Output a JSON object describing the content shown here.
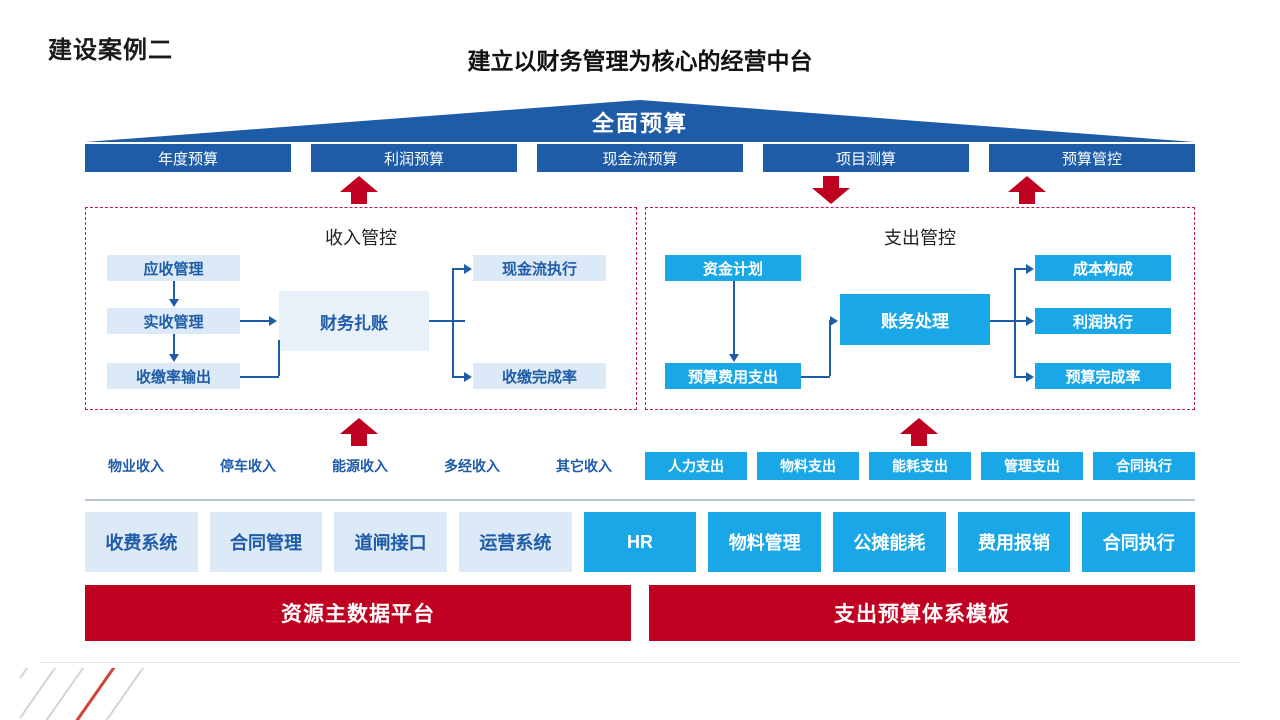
{
  "header": {
    "case_label": "建设案例二",
    "title": "建立以财务管理为核心的经营中台"
  },
  "banner": {
    "label": "全面预算"
  },
  "budget_boxes": [
    {
      "label": "年度预算"
    },
    {
      "label": "利润预算"
    },
    {
      "label": "现金流预算"
    },
    {
      "label": "项目测算"
    },
    {
      "label": "预算管控"
    }
  ],
  "income_panel": {
    "title": "收入管控",
    "nodes": {
      "receivable": "应收管理",
      "received": "实收管理",
      "collection_rate": "收缴率输出",
      "reconcile": "财务扎账",
      "cashflow_exec": "现金流执行",
      "collection_complete": "收缴完成率"
    }
  },
  "expense_panel": {
    "title": "支出管控",
    "nodes": {
      "fund_plan": "资金计划",
      "budget_expense": "预算费用支出",
      "accounting": "账务处理",
      "cost_structure": "成本构成",
      "profit_exec": "利润执行",
      "budget_complete": "预算完成率"
    }
  },
  "chips": [
    {
      "label": "物业收入",
      "style": "blue"
    },
    {
      "label": "停车收入",
      "style": "blue"
    },
    {
      "label": "能源收入",
      "style": "blue"
    },
    {
      "label": "多经收入",
      "style": "blue"
    },
    {
      "label": "其它收入",
      "style": "blue"
    },
    {
      "label": "人力支出",
      "style": "cyan"
    },
    {
      "label": "物料支出",
      "style": "cyan"
    },
    {
      "label": "能耗支出",
      "style": "cyan"
    },
    {
      "label": "管理支出",
      "style": "cyan"
    },
    {
      "label": "合同执行",
      "style": "cyan"
    }
  ],
  "systems": [
    {
      "label": "收费系统",
      "style": "blue"
    },
    {
      "label": "合同管理",
      "style": "blue"
    },
    {
      "label": "道闸接口",
      "style": "blue"
    },
    {
      "label": "运营系统",
      "style": "blue"
    },
    {
      "label": "HR",
      "style": "cyan"
    },
    {
      "label": "物料管理",
      "style": "cyan"
    },
    {
      "label": "公摊能耗",
      "style": "cyan"
    },
    {
      "label": "费用报销",
      "style": "cyan"
    },
    {
      "label": "合同执行",
      "style": "cyan"
    }
  ],
  "platforms": [
    {
      "label": "资源主数据平台"
    },
    {
      "label": "支出预算体系模板"
    }
  ],
  "colors": {
    "brand_blue": "#1f5ca8",
    "cyan": "#19a7e8",
    "red": "#c00020",
    "panel_dash": "#c2185b",
    "light_blue": "#dce9f7"
  }
}
